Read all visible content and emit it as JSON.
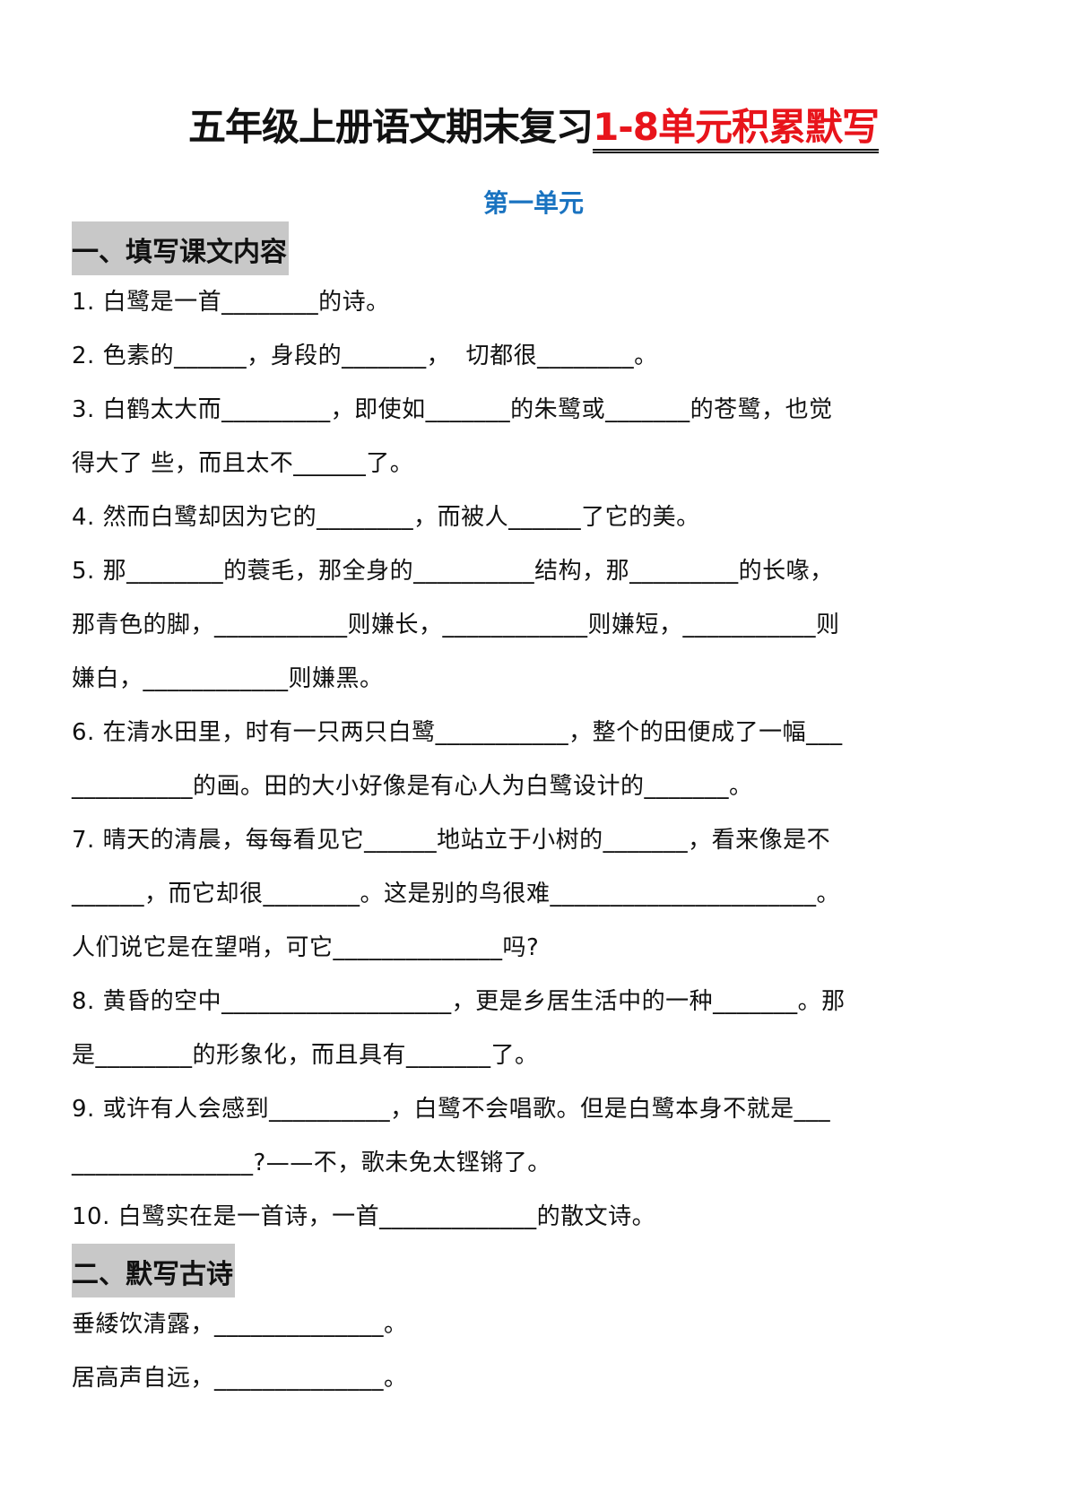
{
  "title": {
    "black": "五年级上册语文期末复习",
    "red": "1-8单元积累默写"
  },
  "unit": "第一单元",
  "section1": {
    "heading": "一、填写课文内容",
    "lines": [
      "1. 白鹭是一首________的诗。",
      "2. 色素的______，身段的_______，  切都很________。",
      "3. 白鹤太大而_________，即使如_______的朱鹭或_______的苍鹭，也觉",
      "得大了 些，而且太不______了。",
      "4. 然而白鹭却因为它的________，而被人______了它的美。",
      "5. 那________的蓑毛，那全身的__________结构，那_________的长喙，",
      "那青色的脚，___________则嫌长，____________则嫌短，___________则",
      "嫌白，____________则嫌黑。",
      "6. 在清水田里，时有一只两只白鹭___________，整个的田便成了一幅___",
      "__________的画。田的大小好像是有心人为白鹭设计的_______。",
      "7. 晴天的清晨，每每看见它______地站立于小树的_______，看来像是不",
      "______，而它却很________。这是别的鸟很难______________________。",
      "人们说它是在望哨，可它______________吗?",
      "8. 黄昏的空中___________________，更是乡居生活中的一种_______。那",
      "是________的形象化，而且具有_______了。",
      "9. 或许有人会感到__________，白鹭不会唱歌。但是白鹭本身不就是___",
      "_______________?——不，歌未免太铿锵了。",
      "10. 白鹭实在是一首诗，一首_____________的散文诗。"
    ]
  },
  "section2": {
    "heading": "二、默写古诗",
    "lines": [
      "垂緌饮清露，______________。",
      "居高声自远，______________。"
    ]
  }
}
